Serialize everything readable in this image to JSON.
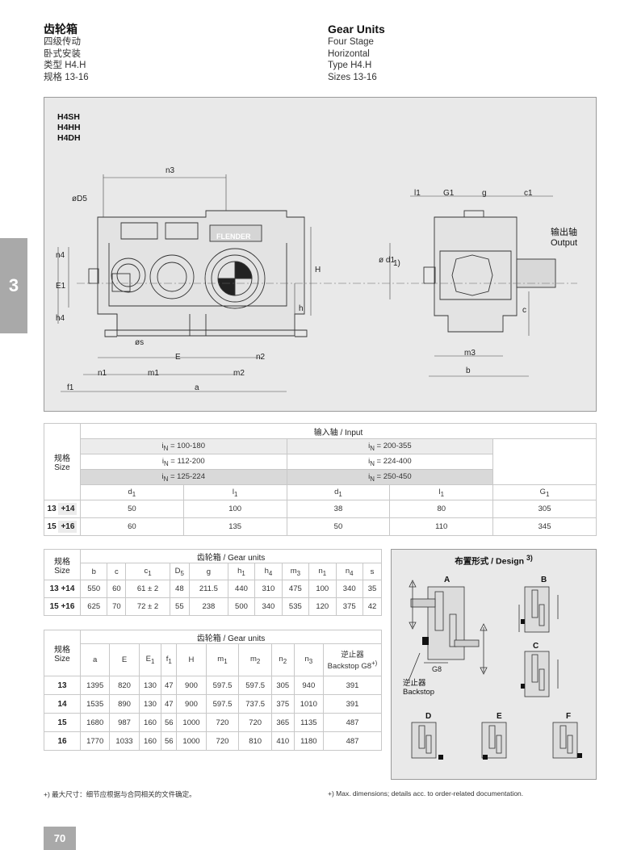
{
  "header": {
    "cn": {
      "title": "齿轮箱",
      "line1": "四级传动",
      "line2": "卧式安装",
      "line3": "类型 H4.H",
      "line4": "规格 13-16"
    },
    "en": {
      "title": "Gear Units",
      "line1": "Four Stage",
      "line2": "Horizontal",
      "line3": "Type H4.H",
      "line4": "Sizes 13-16"
    }
  },
  "section_tab": "3",
  "drawing": {
    "models": [
      "H4SH",
      "H4HH",
      "H4DH"
    ],
    "brand": "FLENDER",
    "labels": {
      "n3": "n3",
      "D5": "øD5",
      "n4": "n4",
      "E1": "E1",
      "h4": "h4",
      "s": "øs",
      "E": "E",
      "n2": "n2",
      "n1": "n1",
      "m1": "m1",
      "m2": "m2",
      "f1": "f1",
      "a": "a",
      "H": "H",
      "h": "h",
      "l1": "l1",
      "G1": "G1",
      "g": "g",
      "c1": "c1",
      "d1": "ø d1",
      "fn1": "1)",
      "c": "c",
      "m3": "m3",
      "b": "b"
    },
    "output_cn": "输出轴",
    "output_en": "Output"
  },
  "input_table": {
    "title": "输入轴 / Input",
    "size_cn": "规格",
    "size_en": "Size",
    "ratios_left": [
      "i<sub>N</sub> = 100-180",
      "i<sub>N</sub> = 112-200",
      "i<sub>N</sub> = 125-224"
    ],
    "ratios_right": [
      "i<sub>N</sub> = 200-355",
      "i<sub>N</sub> = 224-400",
      "i<sub>N</sub> = 250-450"
    ],
    "cols": [
      "d<sub>1</sub>",
      "l<sub>1</sub>",
      "d<sub>1</sub>",
      "l<sub>1</sub>",
      "G<sub>1</sub>"
    ],
    "rows": [
      {
        "size_a": "13",
        "size_b": "+14",
        "values": [
          "50",
          "100",
          "38",
          "80",
          "305"
        ]
      },
      {
        "size_a": "15",
        "size_b": "+16",
        "values": [
          "60",
          "135",
          "50",
          "110",
          "345"
        ]
      }
    ]
  },
  "gear_table_1": {
    "title": "齿轮箱 / Gear units",
    "size_cn": "规格",
    "size_en": "Size",
    "cols": [
      "b",
      "c",
      "c<sub>1</sub>",
      "D<sub>5</sub>",
      "g",
      "h<sub>1</sub>",
      "h<sub>4</sub>",
      "m<sub>3</sub>",
      "n<sub>1</sub>",
      "n<sub>4</sub>",
      "s"
    ],
    "rows": [
      {
        "size": "13 +14",
        "values": [
          "550",
          "60",
          "61 ± 2",
          "48",
          "211.5",
          "440",
          "310",
          "475",
          "100",
          "340",
          "35"
        ]
      },
      {
        "size": "15 +16",
        "values": [
          "625",
          "70",
          "72 ± 2",
          "55",
          "238",
          "500",
          "340",
          "535",
          "120",
          "375",
          "42"
        ]
      }
    ]
  },
  "gear_table_2": {
    "title": "齿轮箱 / Gear units",
    "size_cn": "规格",
    "size_en": "Size",
    "cols": [
      "a",
      "E",
      "E<sub>1</sub>",
      "f<sub>1</sub>",
      "H",
      "m<sub>1</sub>",
      "m<sub>2</sub>",
      "n<sub>2</sub>",
      "n<sub>3</sub>"
    ],
    "backstop_cn": "逆止器",
    "backstop_en": "Backstop G8<sup>+)</sup>",
    "rows": [
      {
        "size": "13",
        "values": [
          "1395",
          "820",
          "130",
          "47",
          "900",
          "597.5",
          "597.5",
          "305",
          "940",
          "391"
        ]
      },
      {
        "size": "14",
        "values": [
          "1535",
          "890",
          "130",
          "47",
          "900",
          "597.5",
          "737.5",
          "375",
          "1010",
          "391"
        ]
      },
      {
        "size": "15",
        "values": [
          "1680",
          "987",
          "160",
          "56",
          "1000",
          "720",
          "720",
          "365",
          "1135",
          "487"
        ]
      },
      {
        "size": "16",
        "values": [
          "1770",
          "1033",
          "160",
          "56",
          "1000",
          "720",
          "810",
          "410",
          "1180",
          "487"
        ]
      }
    ]
  },
  "design": {
    "title": "布置形式 / Design <sup>3)</sup>",
    "letters": [
      "A",
      "B",
      "C",
      "D",
      "E",
      "F"
    ],
    "g8": "G8",
    "backstop_cn": "逆止器",
    "backstop_en": "Backstop"
  },
  "footnotes": {
    "cn": "+) 最大尺寸：细节应根据与合同相关的文件确定。",
    "en": "+) Max. dimensions; details acc. to order-related documentation."
  },
  "page_number": "70"
}
